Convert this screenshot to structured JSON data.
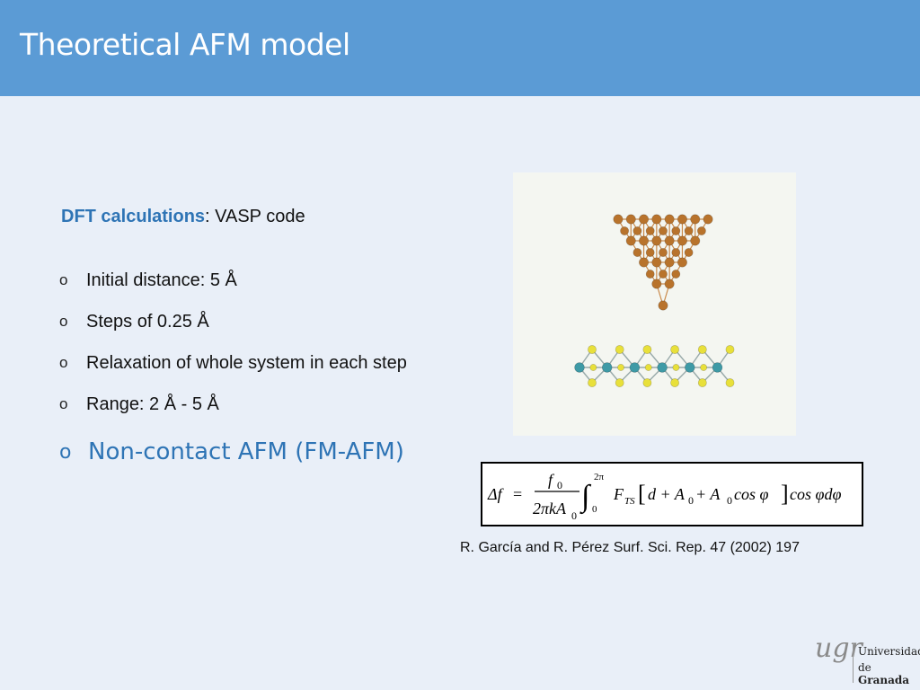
{
  "slide": {
    "title": "Theoretical AFM model",
    "dft_label": "DFT calculations",
    "dft_rest": ": VASP code",
    "bullets": [
      "Initial distance: 5 Å",
      "Steps of 0.25 Å",
      "Relaxation of whole system in each step",
      "Range: 2 Å - 5 Å"
    ],
    "big_bullet": "Non-contact AFM (FM-AFM)",
    "bullet_glyph": "o",
    "reference": "R. García and R. Pérez Surf. Sci. Rep. 47 (2002) 197"
  },
  "equation": {
    "lhs": "Δf",
    "eq": "=",
    "num": "f",
    "num_sub": "0",
    "den": "2πkA",
    "den_sub": "0",
    "int_top": "2π",
    "int_bot": "0",
    "F": "F",
    "F_sub": "TS",
    "body_a": "d + A",
    "sub_a": "0",
    "body_b": " + A",
    "sub_b": "0",
    "body_c": " cos φ",
    "tail": "cos φdφ"
  },
  "logo": {
    "mark": "ugr",
    "line1": "Universidad",
    "line2_pre": "de ",
    "line2_bold": "Granada"
  },
  "colors": {
    "header": "#5b9bd5",
    "background": "#e9eff8",
    "accent": "#2e74b5",
    "tip_atom": "#b8732c",
    "sulfur_atom": "#e8e03a",
    "metal_atom": "#3e9aa6"
  }
}
